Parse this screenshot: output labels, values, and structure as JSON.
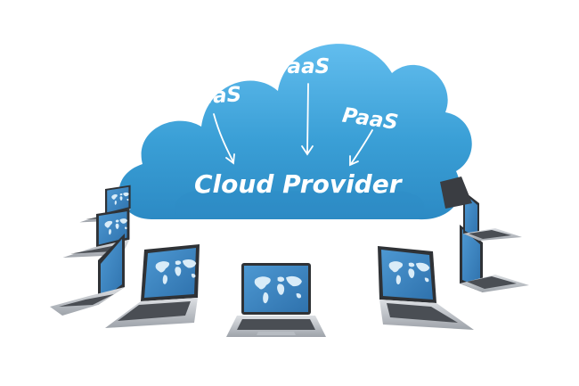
{
  "diagram": {
    "central_node": {
      "label": "Cloud Provider"
    },
    "services": [
      {
        "label": "SaaS"
      },
      {
        "label": "IaaS"
      },
      {
        "label": "PaaS"
      }
    ],
    "client_count": 8,
    "colors": {
      "cloud": "#3a9fd6",
      "cloud_shadow": "#2a84bb",
      "cloud_highlight": "#5cb6e6",
      "screen": "#3e86c2",
      "continent": "#d9ecf8",
      "laptop_body": "#c9ccd1",
      "laptop_dark": "#3a3d42"
    },
    "icons": [
      "cloud-icon",
      "arrow-icon",
      "laptop-icon",
      "world-map-icon"
    ]
  }
}
